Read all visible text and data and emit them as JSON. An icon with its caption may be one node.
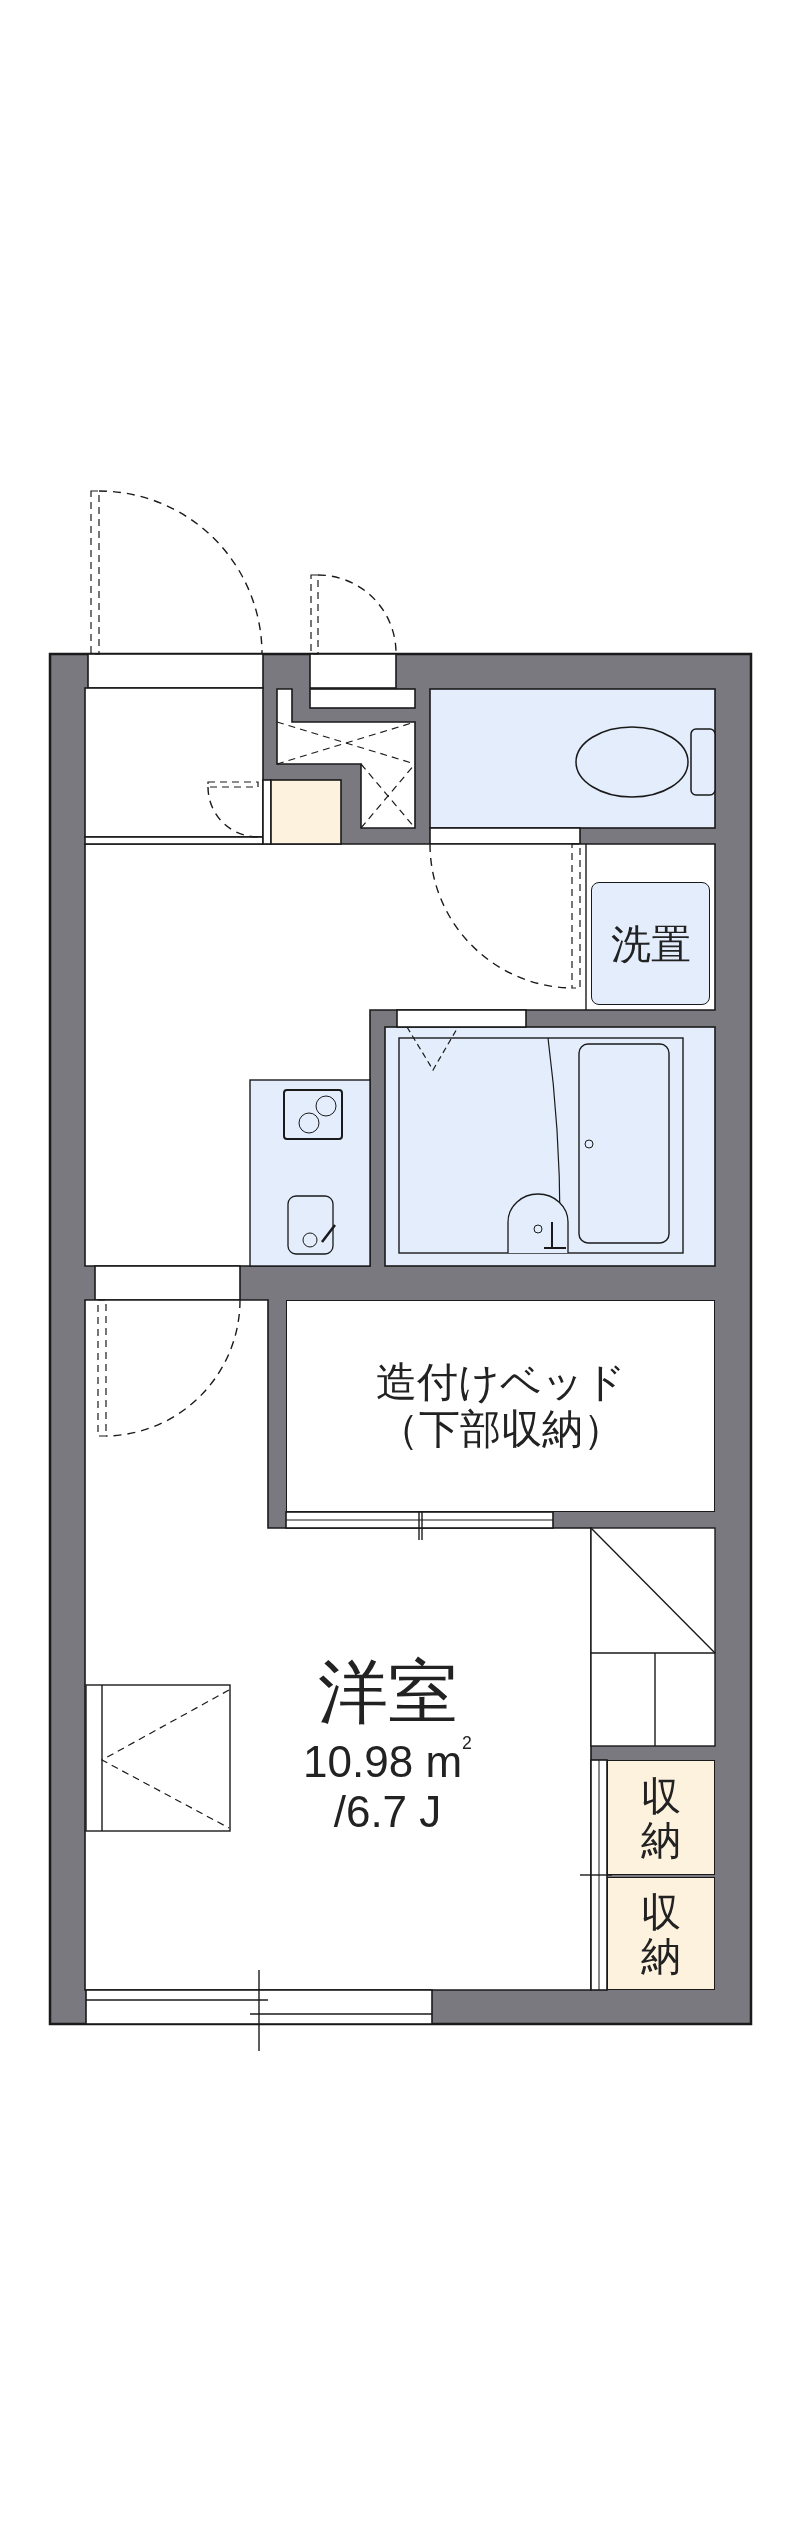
{
  "diagram": {
    "nodes": [
      {
        "text": [
          "洗置"
        ]
      },
      {
        "text": [
          "造付けベッド（下部収納）"
        ]
      },
      {
        "text": [
          "洋室",
          "10.98 m$^{2}$",
          "/6.7 J"
        ]
      },
      {
        "text": [
          "収納"
        ]
      },
      {
        "text": [
          "収納"
        ]
      }
    ]
  }
}
